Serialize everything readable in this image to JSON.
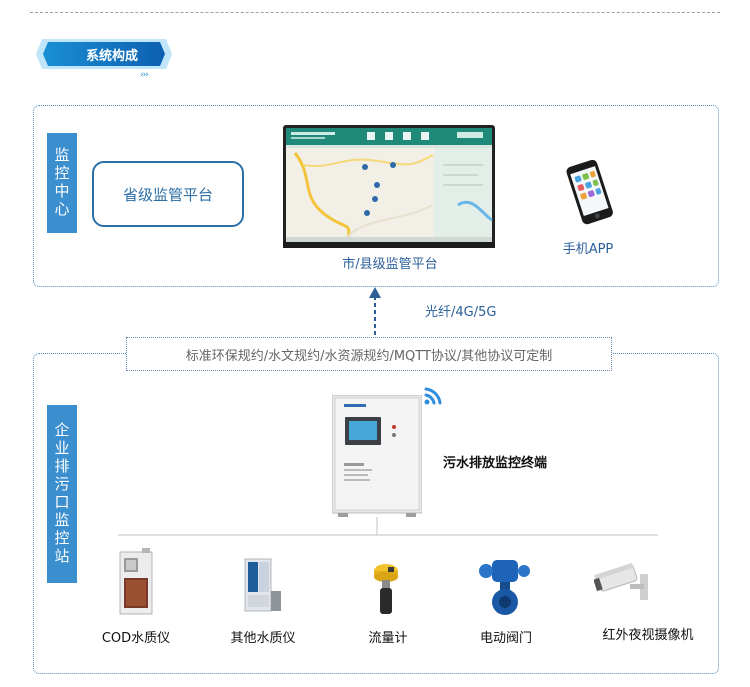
{
  "section_title": "系统构成",
  "title_chevrons": "›››",
  "monitoring_center": {
    "label": "监控中心",
    "provincial_platform": "省级监管平台",
    "city_platform": "市/县级监管平台",
    "mobile_app": "手机APP"
  },
  "network": {
    "label": "光纤/4G/5G"
  },
  "protocol_banner": "标准环保规约/水文规约/水资源规约/MQTT协议/其他协议可定制",
  "enterprise_station": {
    "label": "企业排污口监控站",
    "terminal": "污水排放监控终端",
    "devices": [
      {
        "label": "COD水质仪",
        "icon": "cod-analyzer-icon"
      },
      {
        "label": "其他水质仪",
        "icon": "water-quality-analyzer-icon"
      },
      {
        "label": "流量计",
        "icon": "flow-meter-icon"
      },
      {
        "label": "电动阀门",
        "icon": "electric-valve-icon"
      },
      {
        "label": "红外夜视摄像机",
        "icon": "ir-camera-icon"
      }
    ]
  },
  "colors": {
    "accent_blue": "#3c8fcf",
    "dark_blue": "#2c6ea6",
    "platform_green": "#1f8a7a"
  }
}
